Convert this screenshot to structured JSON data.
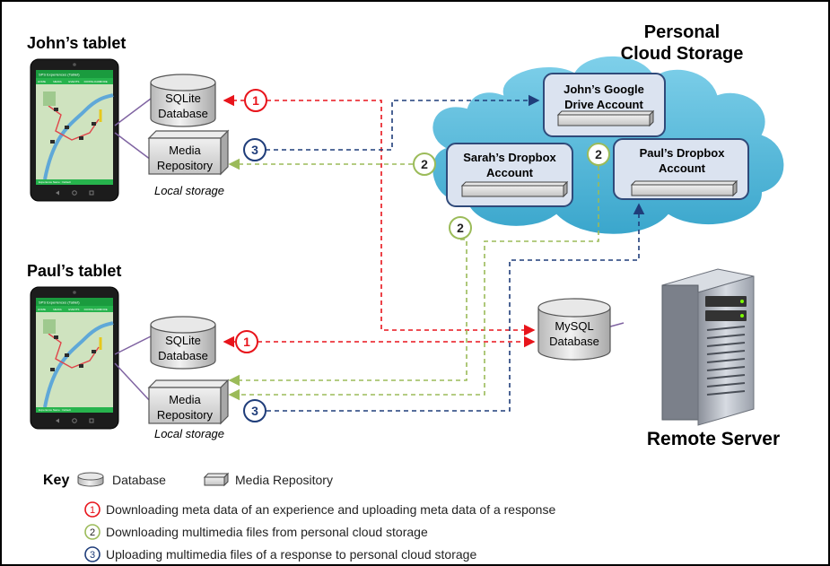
{
  "title_cloud": {
    "line1": "Personal",
    "line2": "Cloud Storage"
  },
  "tablets": [
    {
      "label": "John’s tablet",
      "app_title": "SPS Experiences (Tablet)",
      "tabs": [
        "HOME",
        "MEDIA",
        "EVENTS",
        "DOWNLOAD",
        "MORE"
      ],
      "status": "Experience Name : Default"
    },
    {
      "label": "Paul’s tablet",
      "app_title": "SPS Experiences (Tablet)",
      "tabs": [
        "HOME",
        "MEDIA",
        "EVENTS",
        "DOWNLOAD",
        "MORE"
      ],
      "status": "Experience Name : Default"
    }
  ],
  "john": {
    "db": {
      "line1": "SQLite",
      "line2": "Database"
    },
    "repo": {
      "line1": "Media",
      "line2": "Repository"
    },
    "local": "Local storage"
  },
  "paul": {
    "db": {
      "line1": "SQLite",
      "line2": "Database"
    },
    "repo": {
      "line1": "Media",
      "line2": "Repository"
    },
    "local": "Local storage"
  },
  "cloud_accounts": {
    "google": {
      "line1": "John’s Google",
      "line2": "Drive Account"
    },
    "sarah": {
      "line1": "Sarah’s Dropbox",
      "line2": "Account"
    },
    "paul": {
      "line1": "Paul’s Dropbox",
      "line2": "Account"
    }
  },
  "server": {
    "db": {
      "line1": "MySQL",
      "line2": "Database"
    },
    "label": "Remote Server"
  },
  "markers": {
    "one": "1",
    "two": "2",
    "three": "3"
  },
  "key": {
    "title": "Key",
    "database": "Database",
    "media_repository": "Media Repository",
    "items": [
      {
        "num": "1",
        "text": "Downloading meta data of an experience and uploading meta data of a response"
      },
      {
        "num": "2",
        "text": "Downloading multimedia files from personal cloud storage"
      },
      {
        "num": "3",
        "text": "Uploading multimedia files of a response to personal cloud storage"
      }
    ]
  },
  "colors": {
    "red": "#e8141b",
    "green": "#9bbb59",
    "blue": "#1f3d7a",
    "cloud": "#5bb8d8",
    "box": "#dbe3f0",
    "boxBorder": "#2f4a7a",
    "tablet": "#1c1c1c"
  }
}
